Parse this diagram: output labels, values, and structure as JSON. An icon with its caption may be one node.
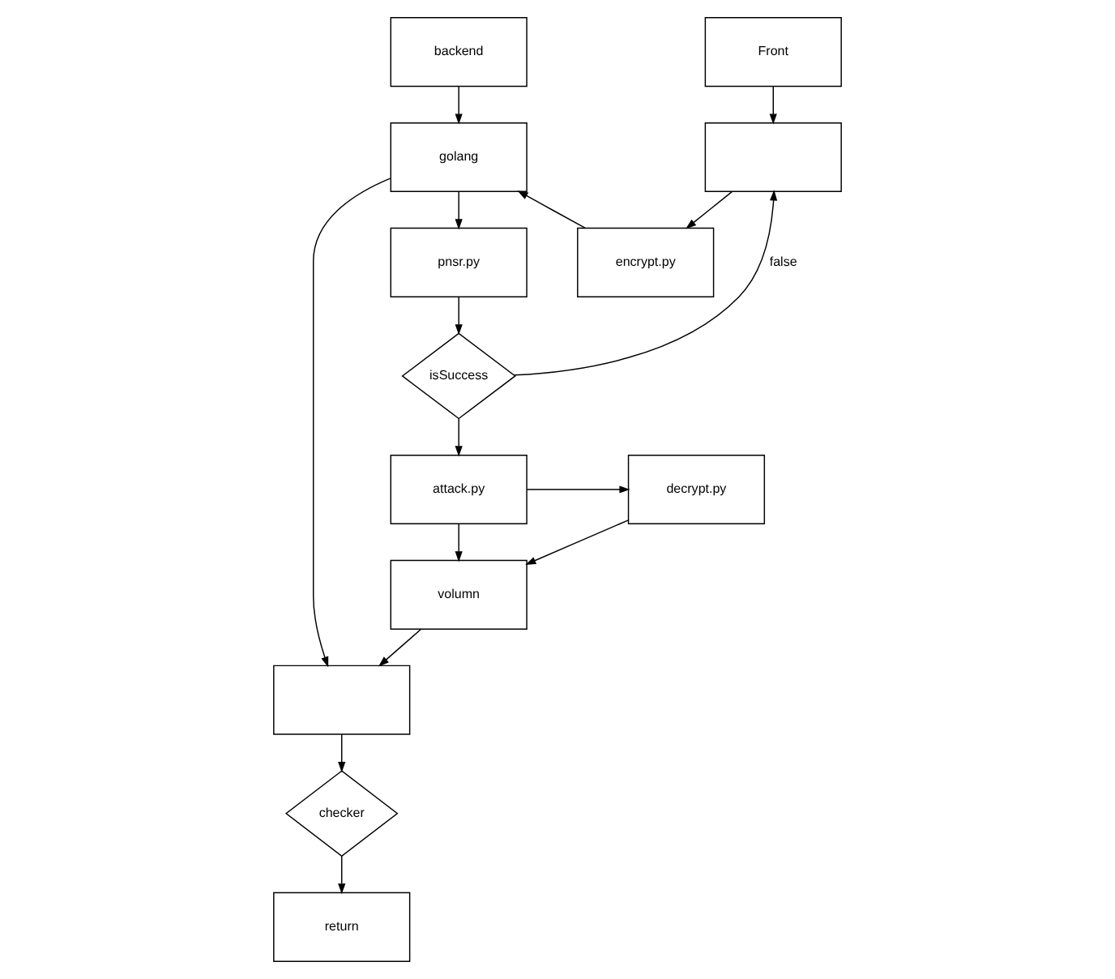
{
  "diagram": {
    "nodes": [
      {
        "text": [
          "Front"
        ]
      },
      {
        "text": [
          "backend"
        ]
      },
      {
        "text": [],
        "shape": "box"
      },
      {
        "text": [
          "golang"
        ]
      },
      {
        "text": [
          "encrypt.py"
        ]
      },
      {
        "text": [
          "pnsr.py"
        ]
      },
      {
        "text": [
          "isSuccess"
        ]
      },
      {
        "text": [],
        "shape": "box"
      },
      {
        "text": [
          "decrypt.py"
        ]
      },
      {
        "text": [
          "attack.py"
        ]
      },
      {
        "text": [
          "volumn"
        ]
      },
      {
        "text": [
          "checker"
        ]
      },
      {
        "text": [
          "return"
        ]
      }
    ],
    "edges": [
      {
        "from": 0,
        "to": 2,
        "arrow": "to"
      },
      {
        "from": 2,
        "to": 4,
        "arrow": "to"
      },
      {
        "from": 1,
        "to": 3,
        "arrow": "to"
      },
      {
        "from": 4,
        "to": 3,
        "arrow": "to"
      },
      {
        "from": 3,
        "to": 5,
        "arrow": "to"
      },
      {
        "from": 3,
        "to": 7,
        "arrow": "to"
      },
      {
        "from": 5,
        "to": 6,
        "arrow": "to"
      },
      {
        "from": 6,
        "to": 2,
        "arrow": "to",
        "label": "false"
      },
      {
        "from": 6,
        "to": 9,
        "arrow": "to"
      },
      {
        "from": 9,
        "to": 8,
        "arrow": "to"
      },
      {
        "from": 9,
        "to": 10,
        "arrow": "to"
      },
      {
        "from": 8,
        "to": 10,
        "arrow": "to"
      },
      {
        "from": 10,
        "to": 7,
        "arrow": "to"
      },
      {
        "from": 7,
        "to": 11,
        "arrow": "to"
      },
      {
        "from": 11,
        "to": 12,
        "arrow": "to"
      }
    ]
  }
}
